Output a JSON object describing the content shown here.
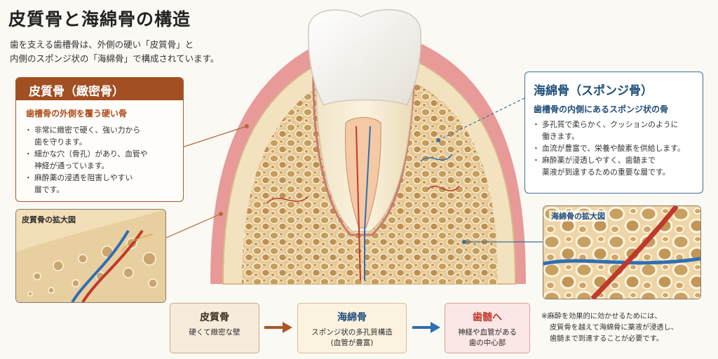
{
  "title": "皮質骨と海綿骨の構造",
  "intro": [
    "歯を支える歯槽骨は、外側の硬い「皮質骨」と",
    "内側のスポンジ状の「海綿骨」で構成されています。"
  ],
  "cortical": {
    "heading": "皮質骨（緻密骨）",
    "subheading": "歯槽骨の外側を覆う硬い骨",
    "points": [
      "非常に緻密で硬く、強い力から",
      "歯を守ります。",
      "細かな穴（骨孔）があり、血管や",
      "神経が通っています。",
      "麻酔薬の浸透を阻害しやすい",
      "層です。"
    ],
    "magnified_label": "皮質骨の拡大図"
  },
  "spongy": {
    "heading": "海綿骨（スポンジ骨）",
    "subheading": "歯槽骨の内側にあるスポンジ状の骨",
    "points": [
      "多孔質で柔らかく、クッションのように",
      "働きます。",
      "血流が豊富で、栄養や酸素を供給します。",
      "麻酔薬が浸透しやすく、歯髄まで",
      "薬液が到達するための重要な層です。"
    ],
    "magnified_label": "海綿骨の拡大図"
  },
  "flow": [
    {
      "title": "皮質骨",
      "desc": [
        "硬くて緻密な壁"
      ]
    },
    {
      "title": "海綿骨",
      "desc": [
        "スポンジ状の多孔質構造",
        "(血管が豊富)"
      ]
    },
    {
      "title": "歯髄へ",
      "desc": [
        "神経や血管がある",
        "歯の中心部"
      ]
    }
  ],
  "note": [
    "※麻酔を効果的に効かせるためには、",
    "皮質骨を越えて海綿骨に薬液が浸透し、",
    "歯髄まで到達することが必要です。"
  ],
  "colors": {
    "cortical_accent": "#a14f23",
    "spongy_accent": "#1f4d7a",
    "pulp_accent": "#c0392b"
  }
}
